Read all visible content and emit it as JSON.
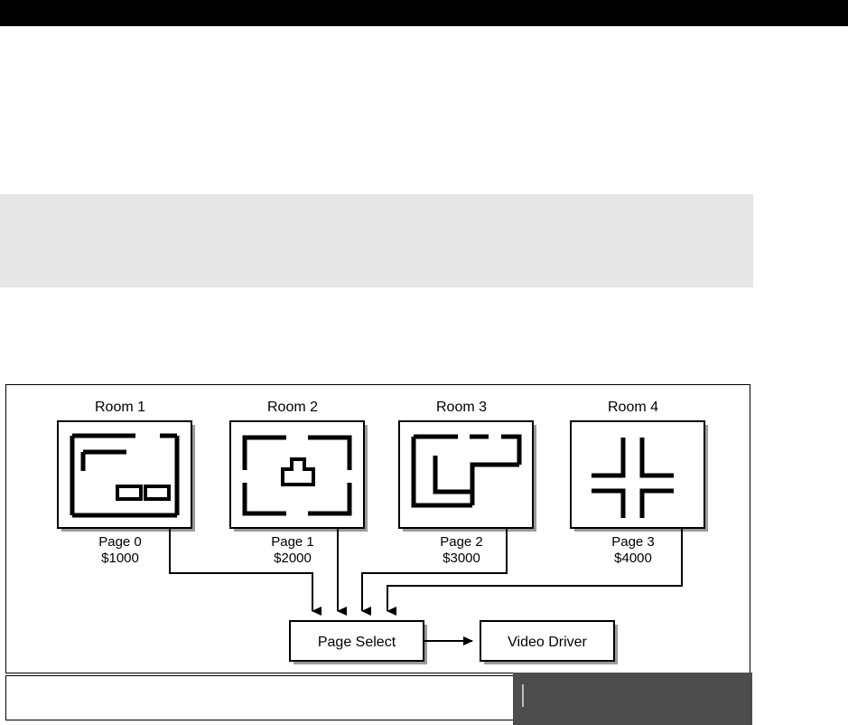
{
  "page": {
    "background_color": "#ffffff",
    "banner_color": "#000000",
    "gray_block_color": "#e6e6e6",
    "footer_dark_color": "#4d4d4d",
    "caret_color": "#bdbdbd"
  },
  "diagram": {
    "rooms": [
      {
        "title": "Room 1",
        "page_label": "Page 0",
        "address_label": "$1000"
      },
      {
        "title": "Room 2",
        "page_label": "Page 1",
        "address_label": "$2000"
      },
      {
        "title": "Room 3",
        "page_label": "Page 2",
        "address_label": "$3000"
      },
      {
        "title": "Room 4",
        "page_label": "Page 3",
        "address_label": "$4000"
      }
    ],
    "page_select_label": "Page Select",
    "video_driver_label": "Video Driver"
  }
}
